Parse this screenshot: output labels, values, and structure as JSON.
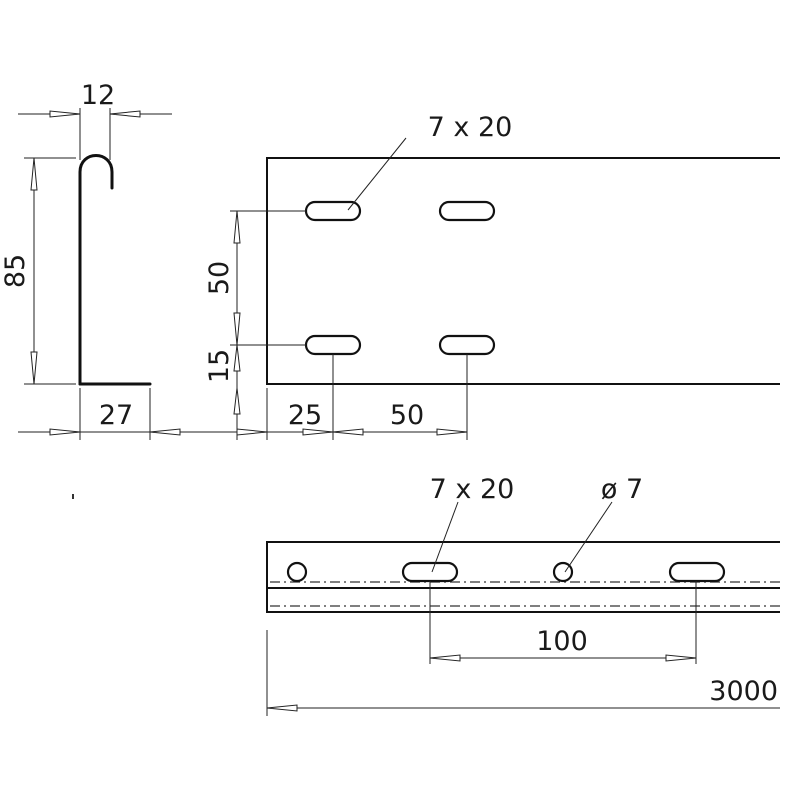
{
  "profile": {
    "hook_width": "12",
    "height": "85",
    "base_width": "27"
  },
  "side_view": {
    "slot_size": "7 x 20",
    "slot_spacing_vertical": "50",
    "slot_offset_bottom": "15",
    "slot_offset_edge": "25",
    "slot_pitch": "50"
  },
  "bottom_view": {
    "slot_size": "7 x 20",
    "hole_diameter": "ø 7",
    "pitch": "100",
    "length": "3000"
  },
  "colors": {
    "line": "#111111",
    "background": "#ffffff"
  }
}
